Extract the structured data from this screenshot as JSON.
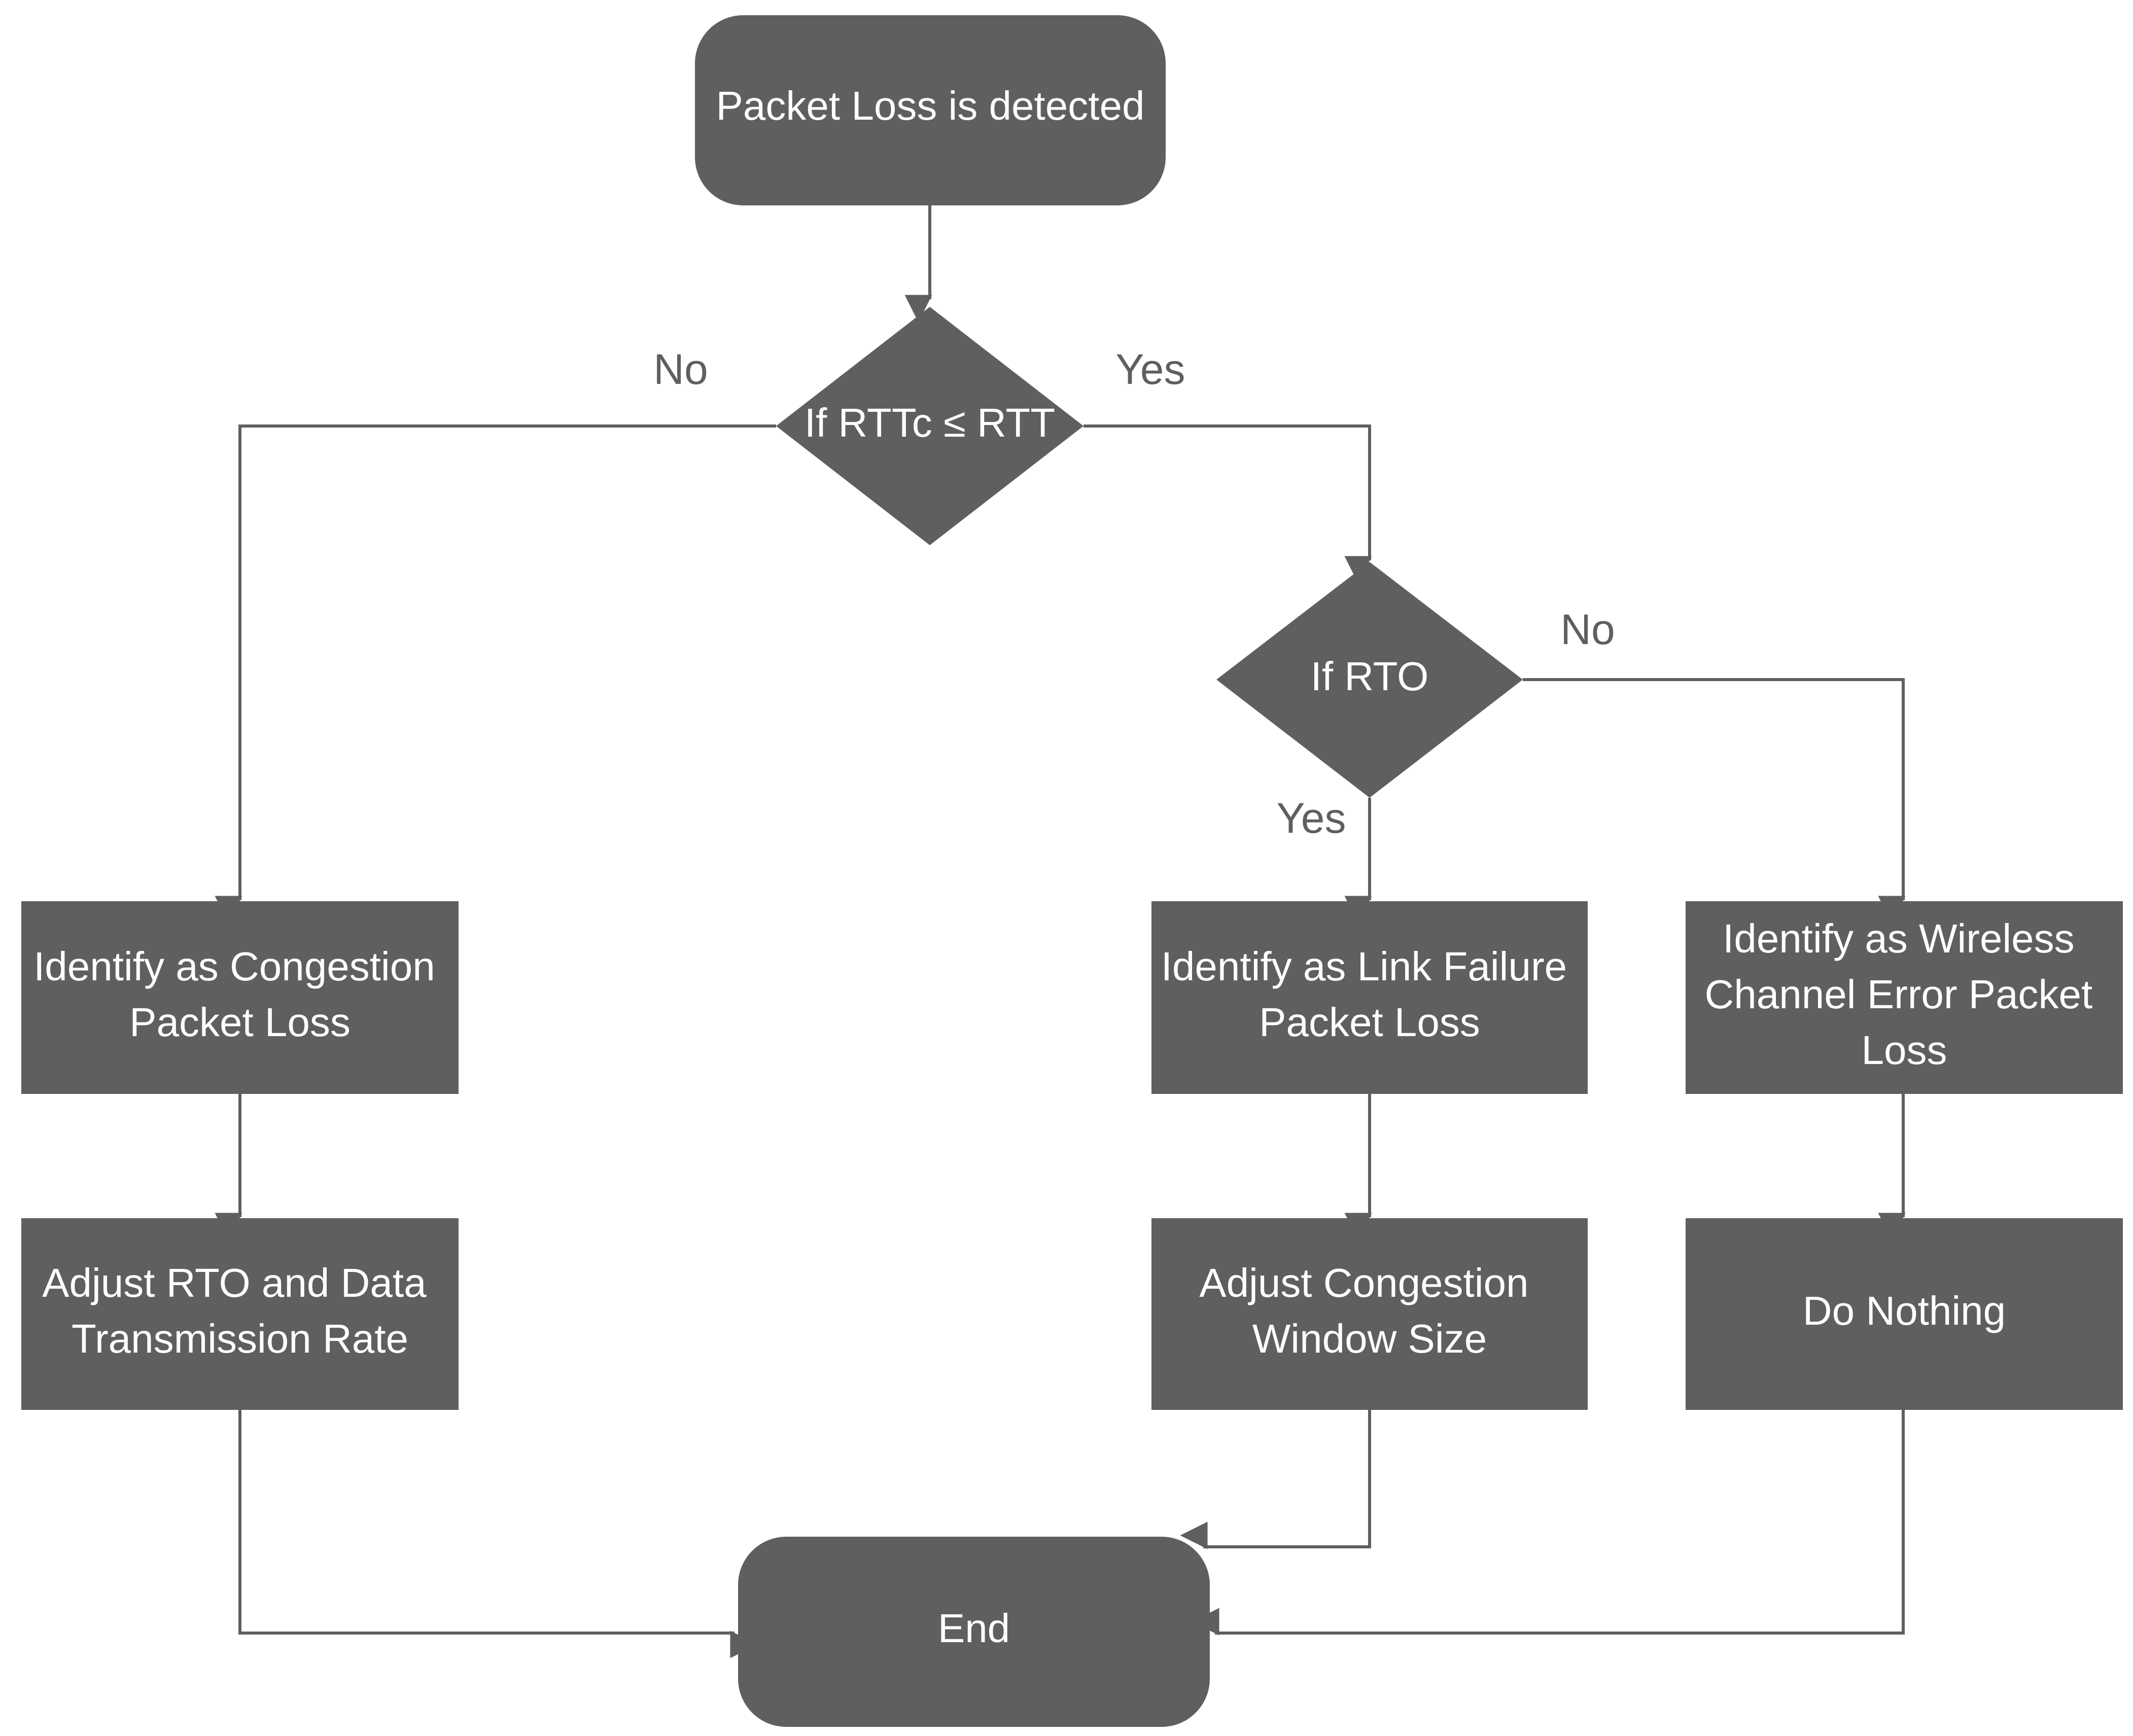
{
  "colors": {
    "node_fill": "#5f5f5f",
    "node_text": "#ffffff",
    "edge": "#5f5f5f",
    "background": "#ffffff"
  },
  "nodes": {
    "start": {
      "shape": "rounded-rect",
      "lines": [
        "Packet Loss is detected"
      ]
    },
    "decision_rtt": {
      "shape": "diamond",
      "lines": [
        "If RTTc ≤ RTT"
      ]
    },
    "decision_rto": {
      "shape": "diamond",
      "lines": [
        "If RTO"
      ]
    },
    "congestion_loss": {
      "shape": "rect",
      "lines": [
        "Identify as Congestion",
        "Packet Loss"
      ]
    },
    "link_failure_loss": {
      "shape": "rect",
      "lines": [
        "Identify as Link Failure",
        "Packet Loss"
      ]
    },
    "wireless_loss": {
      "shape": "rect",
      "lines": [
        "Identify as Wireless",
        "Channel Error Packet",
        "Loss"
      ]
    },
    "adjust_rto": {
      "shape": "rect",
      "lines": [
        "Adjust RTO and Data",
        "Transmission Rate"
      ]
    },
    "adjust_window": {
      "shape": "rect",
      "lines": [
        "Adjust Congestion",
        "Window Size"
      ]
    },
    "do_nothing": {
      "shape": "rect",
      "lines": [
        "Do Nothing"
      ]
    },
    "end": {
      "shape": "rounded-rect",
      "lines": [
        "End"
      ]
    }
  },
  "edge_labels": {
    "rtt_no": "No",
    "rtt_yes": "Yes",
    "rto_no": "No",
    "rto_yes": "Yes"
  }
}
